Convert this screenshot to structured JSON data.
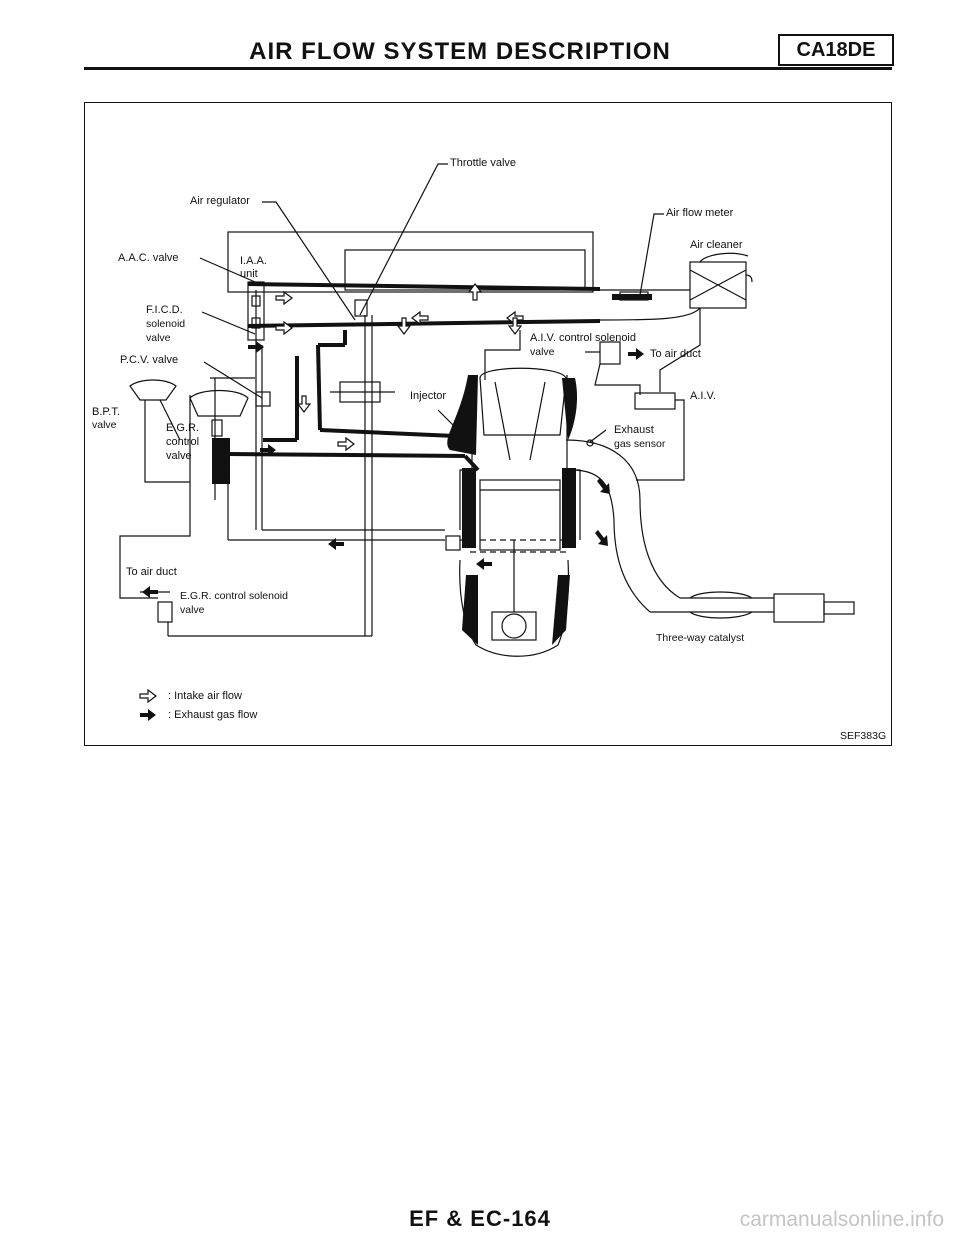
{
  "header": {
    "title": "AIR FLOW SYSTEM DESCRIPTION",
    "engine_badge": "CA18DE"
  },
  "diagram": {
    "labels": {
      "throttle_valve": "Throttle valve",
      "air_regulator": "Air regulator",
      "air_flow_meter": "Air flow meter",
      "air_cleaner": "Air cleaner",
      "aac_valve": "A.A.C. valve",
      "iaa_unit_1": "I.A.A.",
      "iaa_unit_2": "unit",
      "ficd_1": "F.I.C.D.",
      "ficd_2": "solenoid",
      "ficd_3": "valve",
      "aiv_solenoid_1": "A.I.V. control solenoid",
      "aiv_solenoid_2": "valve",
      "to_air_duct_right": "To air duct",
      "pcv_valve": "P.C.V. valve",
      "injector": "Injector",
      "aiv": "A.I.V.",
      "bpt_1": "B.P.T.",
      "bpt_2": "valve",
      "egr_valve_1": "E.G.R.",
      "egr_valve_2": "control",
      "egr_valve_3": "valve",
      "exhaust_sensor_1": "Exhaust",
      "exhaust_sensor_2": "gas sensor",
      "to_air_duct_left": "To air duct",
      "egr_solenoid_1": "E.G.R. control solenoid",
      "egr_solenoid_2": "valve",
      "three_way_catalyst": "Three-way catalyst"
    },
    "legend": {
      "intake": ": Intake air flow",
      "exhaust": ": Exhaust gas flow"
    },
    "figure_code": "SEF383G"
  },
  "footer": {
    "page_number": "EF & EC-164",
    "watermark": "carmanualsonline.info"
  }
}
